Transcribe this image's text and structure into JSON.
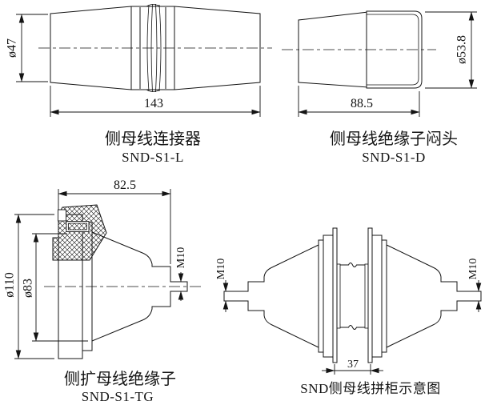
{
  "colors": {
    "line": "#141414",
    "background": "#ffffff"
  },
  "drawings": {
    "connector": {
      "title": "侧母线连接器",
      "model": "SND-S1-L",
      "length": "143",
      "diameter": "ø47"
    },
    "cap": {
      "title": "侧母线绝缘子闷头",
      "model": "SND-S1-D",
      "length": "88.5",
      "diameter": "ø53.8"
    },
    "expansion_insulator": {
      "title": "侧扩母线绝缘子",
      "model": "SND-S1-TG",
      "width": "82.5",
      "outer_diameter": "ø110",
      "core_diameter": "ø83",
      "thread": "M10"
    },
    "assembly": {
      "title": "SND侧母线拼柜示意图",
      "panel_gap": "37",
      "thread_left": "M10",
      "thread_right": "M10"
    }
  }
}
